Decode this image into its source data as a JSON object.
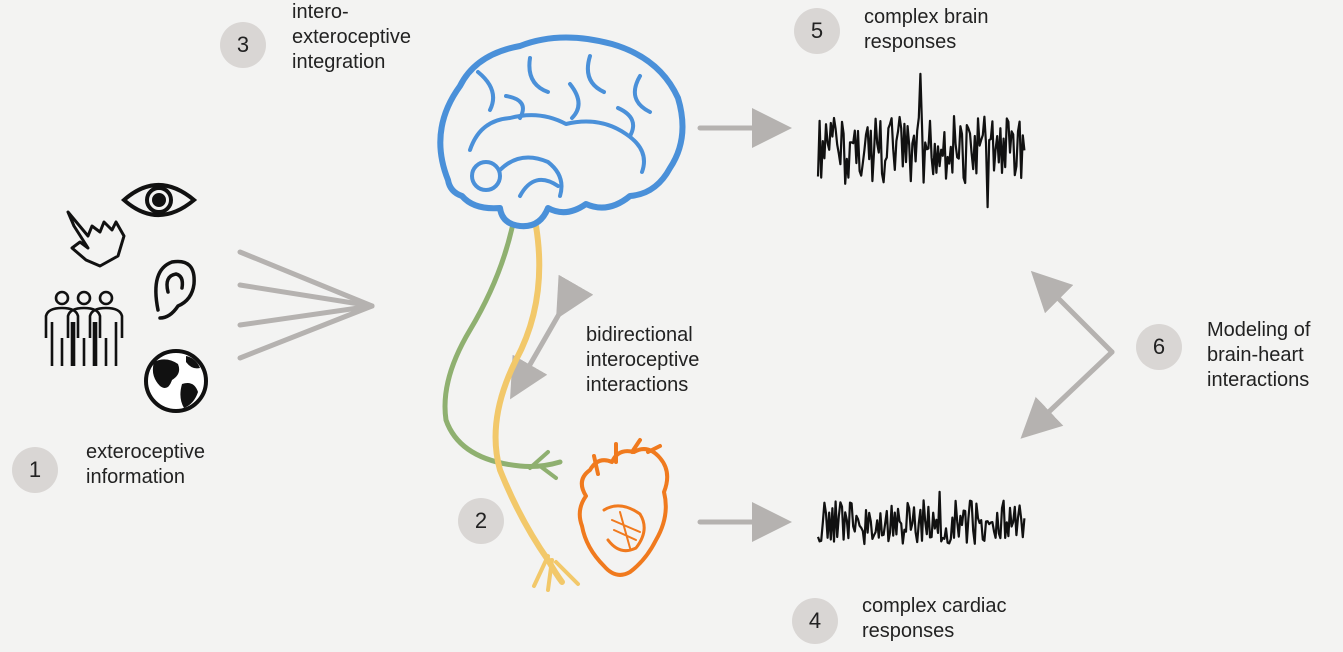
{
  "steps": [
    {
      "num": "1",
      "text": "exteroceptive\ninformation"
    },
    {
      "num": "2",
      "text": ""
    },
    {
      "num": "3",
      "text": "intero-\nexteroceptive\nintegration"
    },
    {
      "num": "4",
      "text": "complex cardiac\nresponses"
    },
    {
      "num": "5",
      "text": "complex brain\nresponses"
    },
    {
      "num": "6",
      "text": "Modeling of\nbrain-heart\ninteractions"
    }
  ],
  "bidirectional_label": "bidirectional\ninteroceptive\ninteractions",
  "icons": [
    "hand-icon",
    "eye-icon",
    "ear-icon",
    "people-icon",
    "globe-icon",
    "brain-icon",
    "heart-icon",
    "nerve-icon"
  ],
  "colors": {
    "brain": "#4a90d9",
    "heart": "#f07a1e",
    "nerve_green": "#8fb070",
    "nerve_yellow": "#f2c86a",
    "arrow": "#b5b2b0",
    "badge": "#d9d6d4",
    "signal": "#111111"
  }
}
